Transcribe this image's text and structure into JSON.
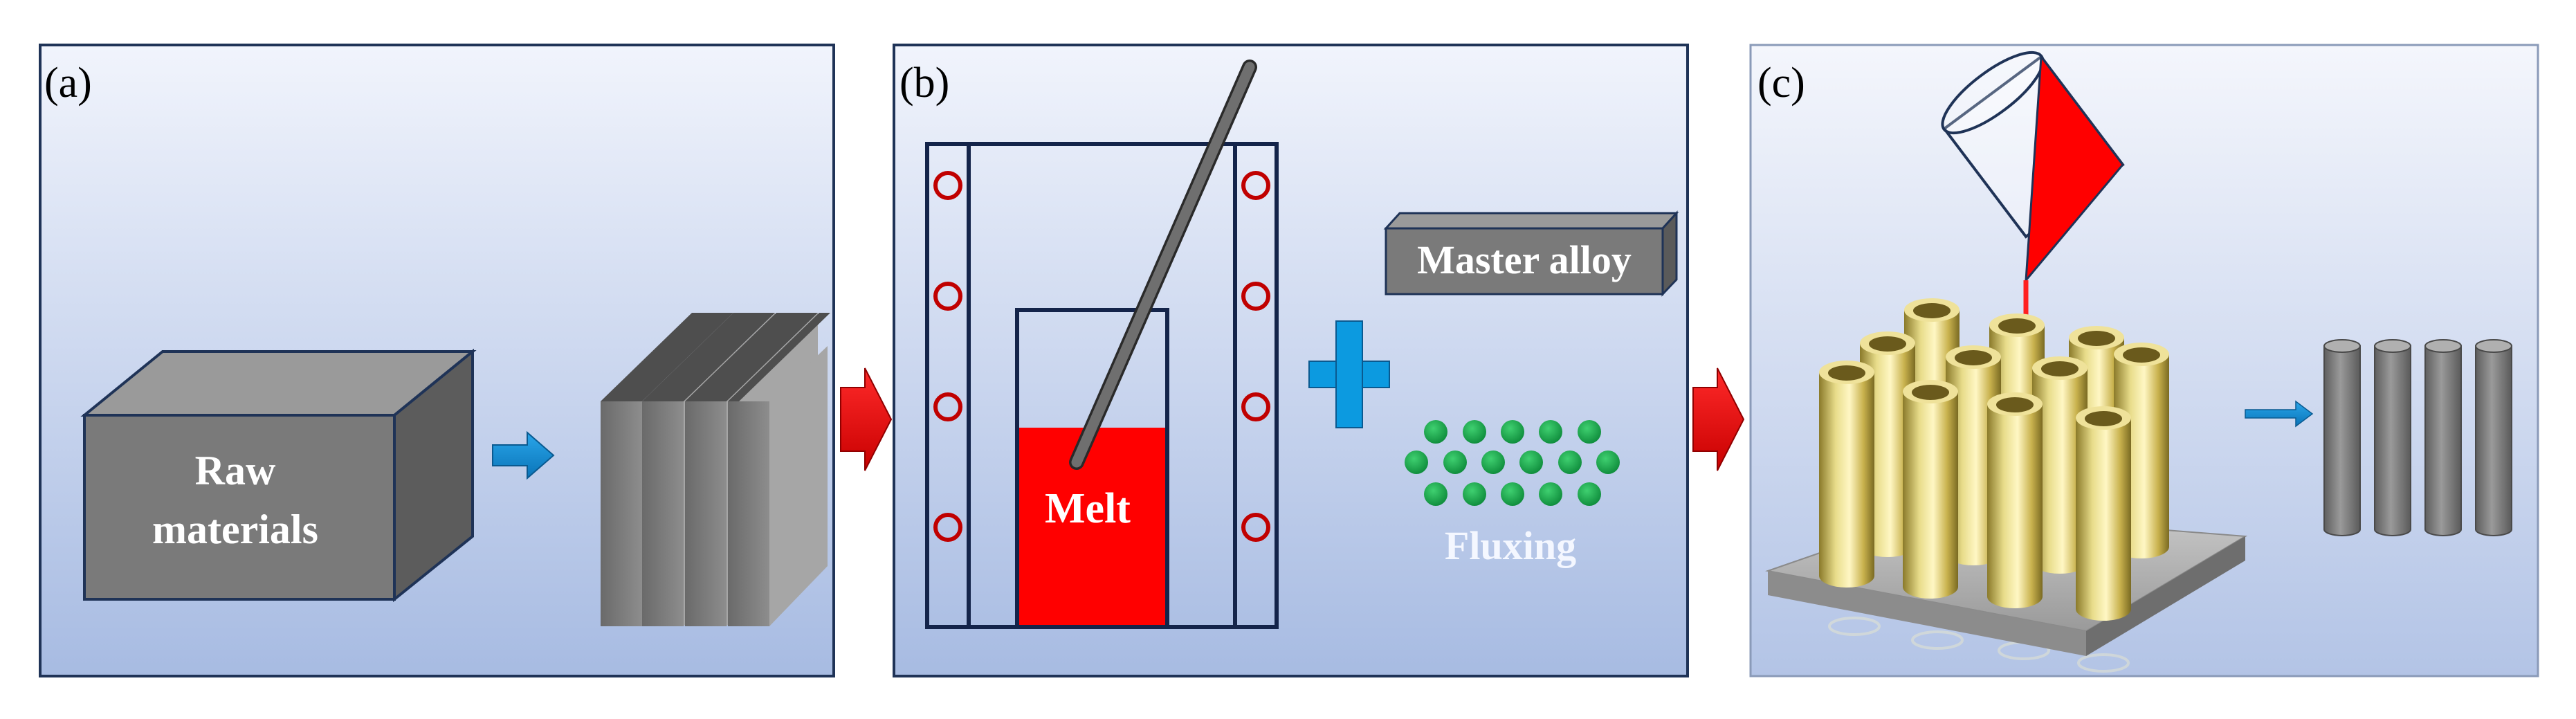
{
  "panels": {
    "a": {
      "label": "(a)",
      "box_text_line1": "Raw",
      "box_text_line2": "materials"
    },
    "b": {
      "label": "(b)",
      "melt_text": "Melt",
      "master_alloy_text": "Master alloy",
      "fluxing_text": "Fluxing"
    },
    "c": {
      "label": "(c)"
    }
  },
  "colors": {
    "panel_border": "#1f3357",
    "panel_bg_top": "#eef2fb",
    "panel_bg_bottom": "#a9bde3",
    "gray_block": "#7a7a7a",
    "melt_red": "#ff0000",
    "arrow_blue": "#0c8fd6",
    "plus_blue": "#0c9ae0",
    "flux_green": "#16a84a",
    "rod_gold": "#d9c66a",
    "rod_gray": "#7d7d7d"
  }
}
